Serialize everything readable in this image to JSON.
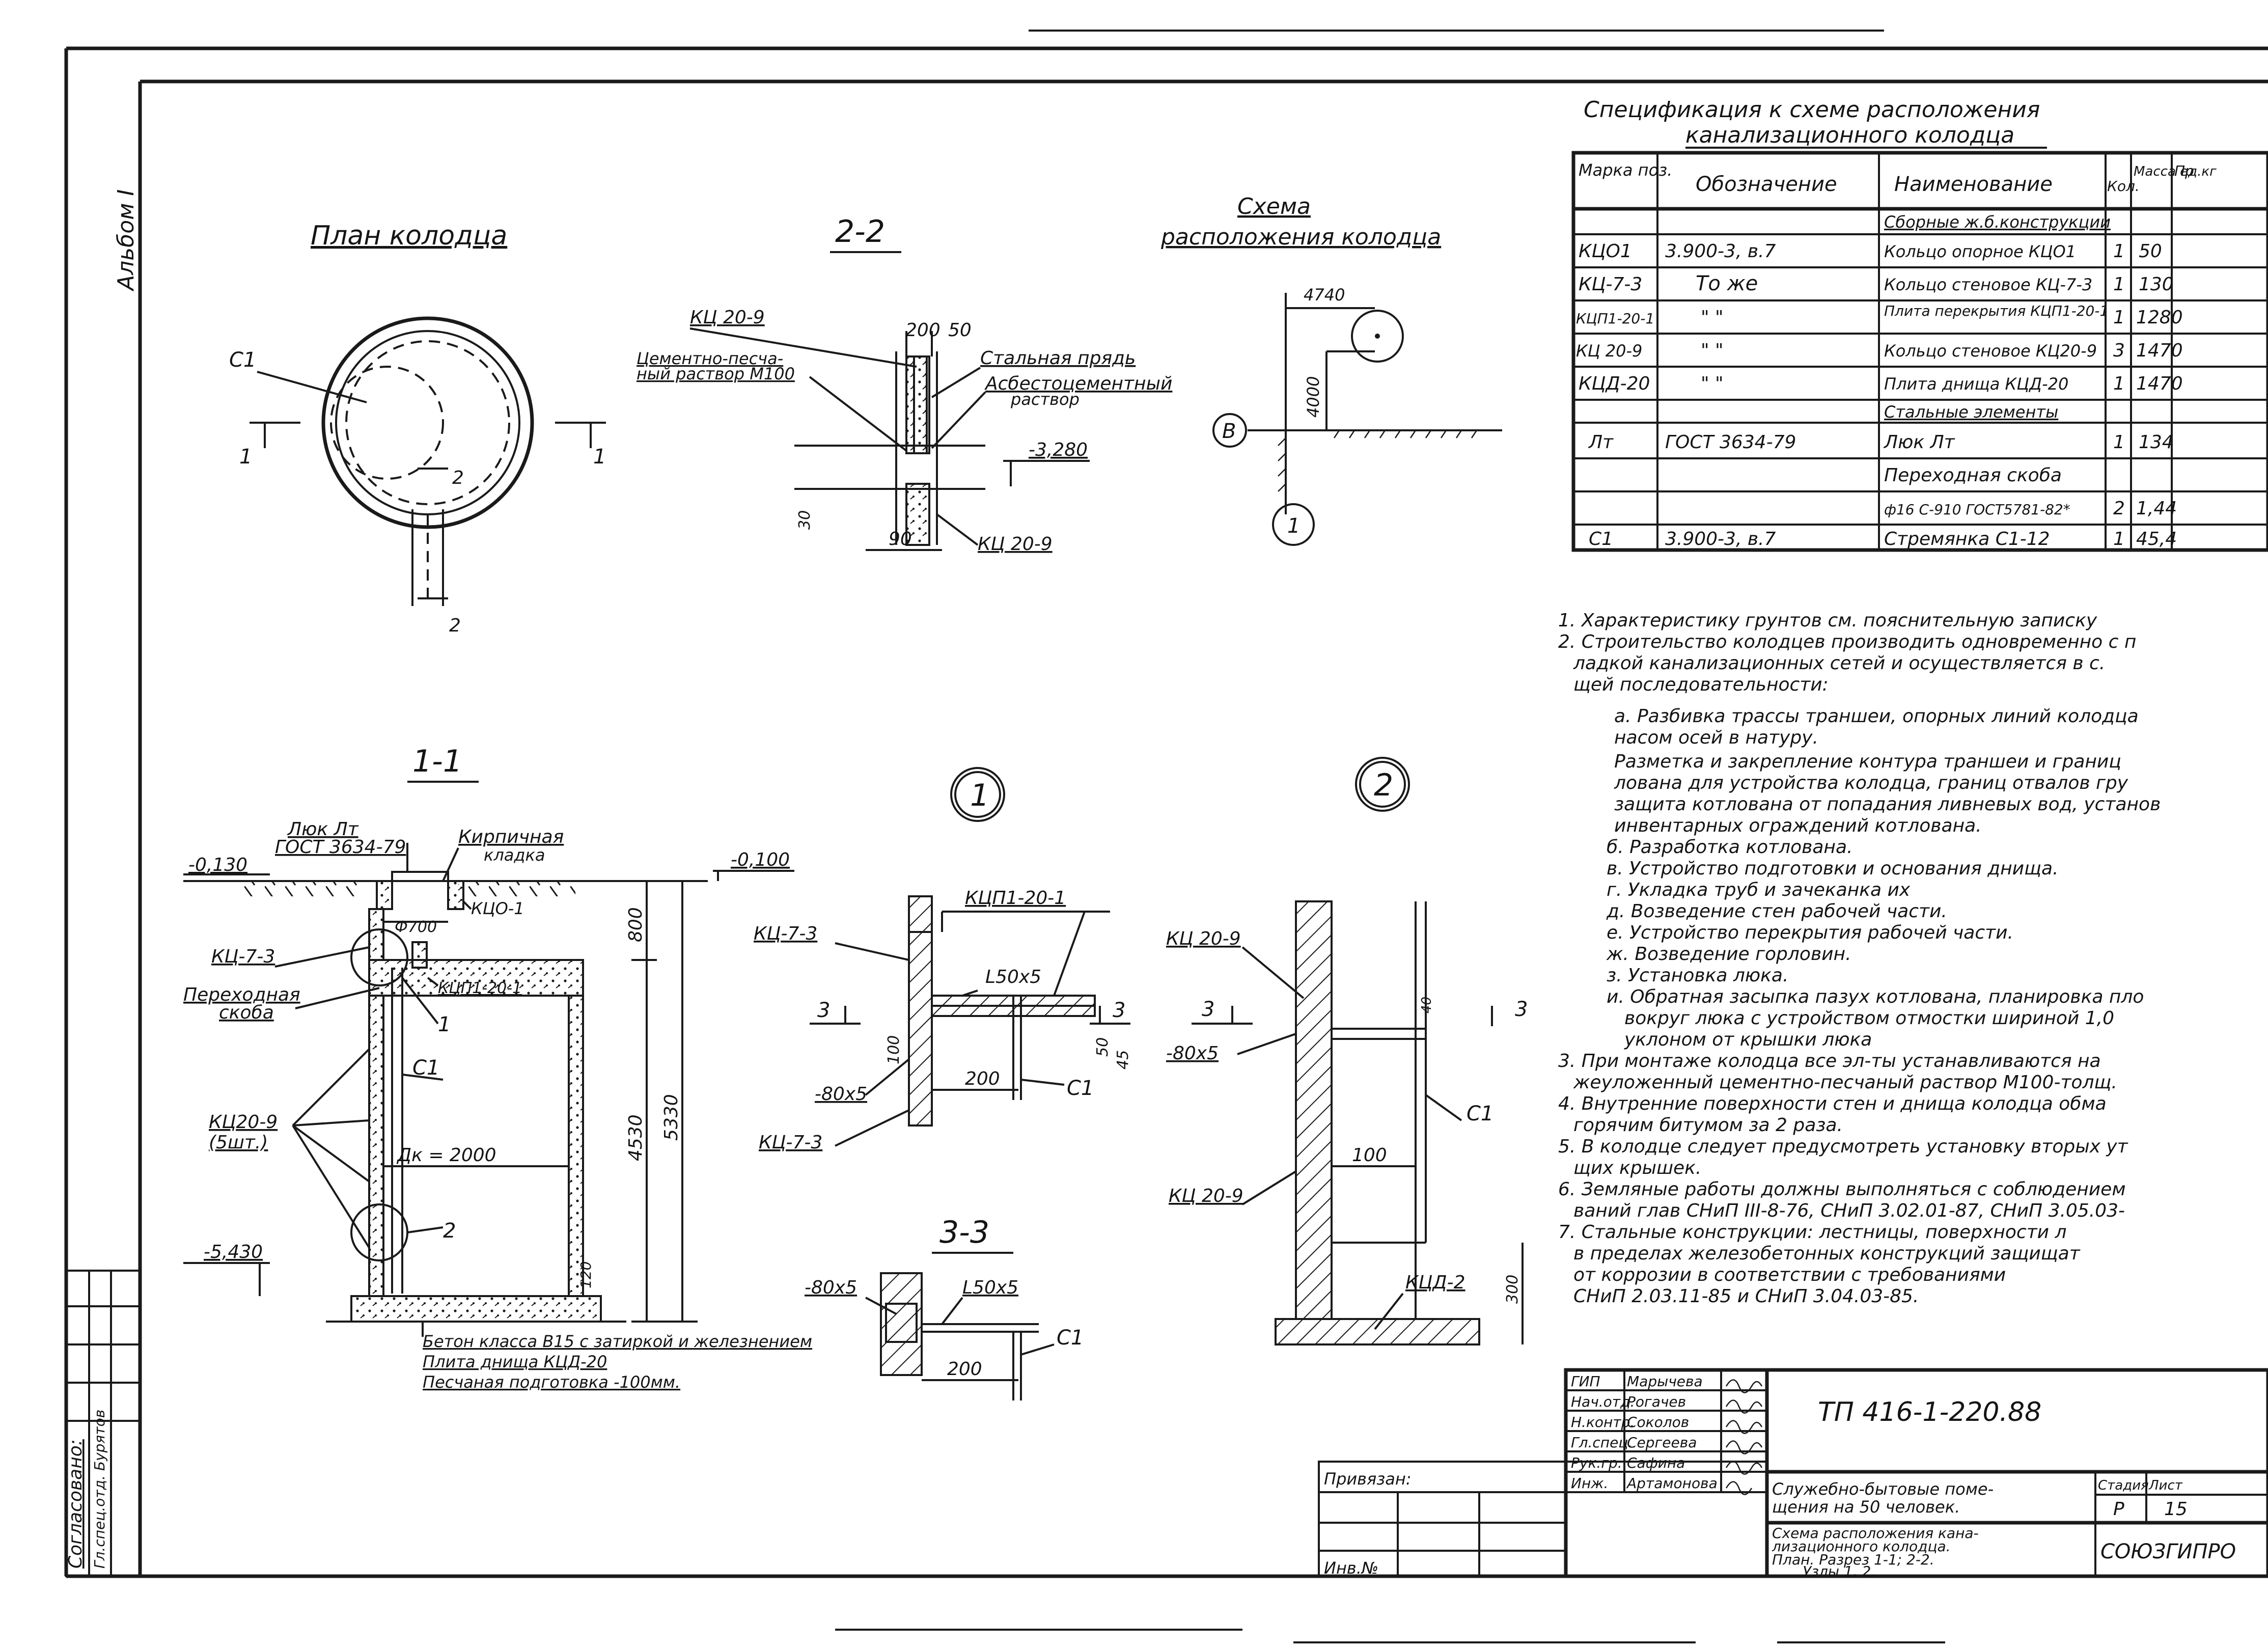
{
  "sheet_labels": {
    "album": "Альбом I",
    "agreed": "Согласовано:",
    "chief_engineer": "Гл.спец.отд. Бурятов",
    "plan_title": "План колодца",
    "section_22_title": "2-2",
    "scheme_title_1": "Схема",
    "scheme_title_2": "расположения колодца",
    "section_11_title": "1-1",
    "node_1_title": "1",
    "node_2_title": "2",
    "section_33_title": "3-3"
  },
  "plan": {
    "c1": "С1",
    "mark_1_left": "1",
    "mark_1_right": "1",
    "mark_2_top": "2",
    "mark_2_bottom": "2"
  },
  "section22": {
    "kc20_9_top": "КЦ 20-9",
    "cement_mortar_1": "Цементно-песча-",
    "cement_mortar_2": "ный раствор М100",
    "steel_strand": "Стальная прядь",
    "asbestos_1": "Асбестоцементный",
    "asbestos_2": "раствор",
    "dim_200": "200",
    "dim_50": "50",
    "level_3280": "-3,280",
    "dim_30": "30",
    "dim_90": "90",
    "kc20_9_bottom": "КЦ 20-9"
  },
  "scheme": {
    "dim_4740": "4740",
    "dim_4000": "4000",
    "axis_b": "В",
    "axis_1": "1"
  },
  "section11": {
    "hatch_1": "Люк Лт",
    "hatch_2": "ГОСТ 3634-79",
    "brick_1": "Кирпичная",
    "brick_2": "кладка",
    "level_left_top": "-0,130",
    "level_right_top": "-0,100",
    "kc0_1": "КЦО-1",
    "dim_700": "Ф700",
    "kc7_3": "КЦ-7-3",
    "kcp1_20_1": "КЦП1-20-1",
    "ladder_1": "Переходная",
    "ladder_2": "скоба",
    "node1": "1",
    "c1_top": "С1",
    "kc20_9": "КЦ20-9",
    "kc20_9_qty": "(5шт.)",
    "dk": "Дк = 2000",
    "node2": "2",
    "level_bottom": "-5,430",
    "dim_800": "800",
    "dim_4530": "4530",
    "dim_5330": "5330",
    "dim_120": "120",
    "note_1": "Бетон класса В15 с затиркой и железнением",
    "note_2": "Плита днища КЦД-20",
    "note_3": "Песчаная подготовка -100мм."
  },
  "node1": {
    "kcp": "КЦП1-20-1",
    "kc7_3_top": "КЦ-7-3",
    "angle": "L50x5",
    "mark3_left": "3",
    "mark3_right": "3",
    "dim_100": "100",
    "dim_50": "50",
    "dim_45": "45",
    "strip": "-80x5",
    "dim_200": "200",
    "c1": "С1",
    "kc7_3_bottom": "КЦ-7-3"
  },
  "node2": {
    "kc20_9_top": "КЦ 20-9",
    "mark3_left": "3",
    "mark3_right": "3",
    "strip": "-80x5",
    "c1": "С1",
    "dim_100": "100",
    "kc20_9_bottom": "КЦ 20-9",
    "kcd": "КЦД-2",
    "dim_300": "300",
    "dim_40": "40"
  },
  "section33": {
    "strip": "-80x5",
    "angle": "L50x5",
    "c1": "С1",
    "dim_200": "200"
  },
  "spec": {
    "title_1": "Спецификация к схеме расположения",
    "title_2": "канализационного колодца",
    "headers": [
      "Марка поз.",
      "Обозначение",
      "Наименование",
      "Кол.",
      "Масса ед.кг",
      "Пр"
    ],
    "rows": [
      {
        "mark": "",
        "code": "",
        "name": "Сборные ж.б.конструкции",
        "qty": "",
        "mass": ""
      },
      {
        "mark": "КЦО1",
        "code": "3.900-3, в.7",
        "name": "Кольцо опорное КЦО1",
        "qty": "1",
        "mass": "50"
      },
      {
        "mark": "КЦ-7-3",
        "code": "То же",
        "name": "Кольцо стеновое КЦ-7-3",
        "qty": "1",
        "mass": "130"
      },
      {
        "mark": "КЦП1-20-1",
        "code": "\"     \"",
        "name": "Плита перекрытия КЦП1-20-1",
        "qty": "1",
        "mass": "1280"
      },
      {
        "mark": "КЦ 20-9",
        "code": "\"     \"",
        "name": "Кольцо стеновое КЦ20-9",
        "qty": "3",
        "mass": "1470"
      },
      {
        "mark": "КЦД-20",
        "code": "\"     \"",
        "name": "Плита днища КЦД-20",
        "qty": "1",
        "mass": "1470"
      },
      {
        "mark": "",
        "code": "",
        "name": "Стальные элементы",
        "qty": "",
        "mass": ""
      },
      {
        "mark": "Лт",
        "code": "ГОСТ 3634-79",
        "name": "Люк Лт",
        "qty": "1",
        "mass": "134"
      },
      {
        "mark": "",
        "code": "",
        "name": "Переходная скоба",
        "qty": "",
        "mass": ""
      },
      {
        "mark": "",
        "code": "",
        "name": "ф16 С-910 ГОСТ5781-82*",
        "qty": "2",
        "mass": "1,44"
      },
      {
        "mark": "С1",
        "code": "3.900-3, в.7",
        "name": "Стремянка С1-12",
        "qty": "1",
        "mass": "45,4"
      }
    ]
  },
  "notes": [
    "1. Характеристику грунтов см. пояснительную записку",
    "2. Строительство колодцев производить одновременно с п",
    "ладкой канализационных сетей и осуществляется в с.",
    "щей последовательности:",
    "а. Разбивка трассы траншеи, опорных линий колодца",
    "насом осей в натуру.",
    "Разметка и закрепление контура траншеи и границ",
    "лована для устройства колодца, границ отвалов гру",
    "защита котлована от попадания ливневых вод, установ",
    "инвентарных ограждений котлована.",
    "б. Разработка котлована.",
    "в. Устройство подготовки и основания днища.",
    "г. Укладка труб и зачеканка их",
    "д. Возведение стен рабочей части.",
    "е. Устройство перекрытия рабочей части.",
    "ж. Возведение горловин.",
    "з. Установка люка.",
    "и. Обратная засыпка пазух котлована, планировка пло",
    "вокруг люка с устройством отмостки шириной 1,0",
    "уклоном от крышки люка",
    "3. При монтаже колодца все эл-ты устанавливаются на",
    "жеуложенный цементно-песчаный раствор М100-толщ.",
    "4. Внутренние поверхности стен и днища колодца обма",
    "горячим битумом за 2 раза.",
    "5. В колодце следует предусмотреть установку вторых ут",
    "щих крышек.",
    "6. Земляные работы должны выполняться с соблюдением",
    "ваний глав СНиП III-8-76, СНиП 3.02.01-87, СНиП 3.05.03-",
    "7. Стальные конструкции: лестницы, поверхности л",
    "в пределах железобетонных конструкций защищат",
    "от коррозии в соответствии с требованиями",
    "СНиП 2.03.11-85 и СНиП 3.04.03-85."
  ],
  "stamp": {
    "roles": [
      "ГИП",
      "Нач.отд.",
      "Н.контр.",
      "Гл.спец.",
      "Рук.гр.",
      "Инж."
    ],
    "names": [
      "Марычева",
      "Рогачев",
      "Соколов",
      "Сергеева",
      "Сафина",
      "Артамонова"
    ],
    "doc_code": "ТП 416-1-220.88",
    "object_1": "Служебно-бытовые поме-",
    "object_2": "щения на 50 человек.",
    "sheet_1": "Схема расположения кана-",
    "sheet_2": "лизационного колодца.",
    "sheet_3": "План. Разрез 1-1; 2-2.",
    "sheet_4": "Узлы 1, 2.",
    "stage_h": "Стадия",
    "sheet_h": "Лист",
    "stage": "Р",
    "sheet_no": "15",
    "org": "СОЮЗГИПРО",
    "tied": "Привязан:",
    "inv": "Инв.№"
  }
}
